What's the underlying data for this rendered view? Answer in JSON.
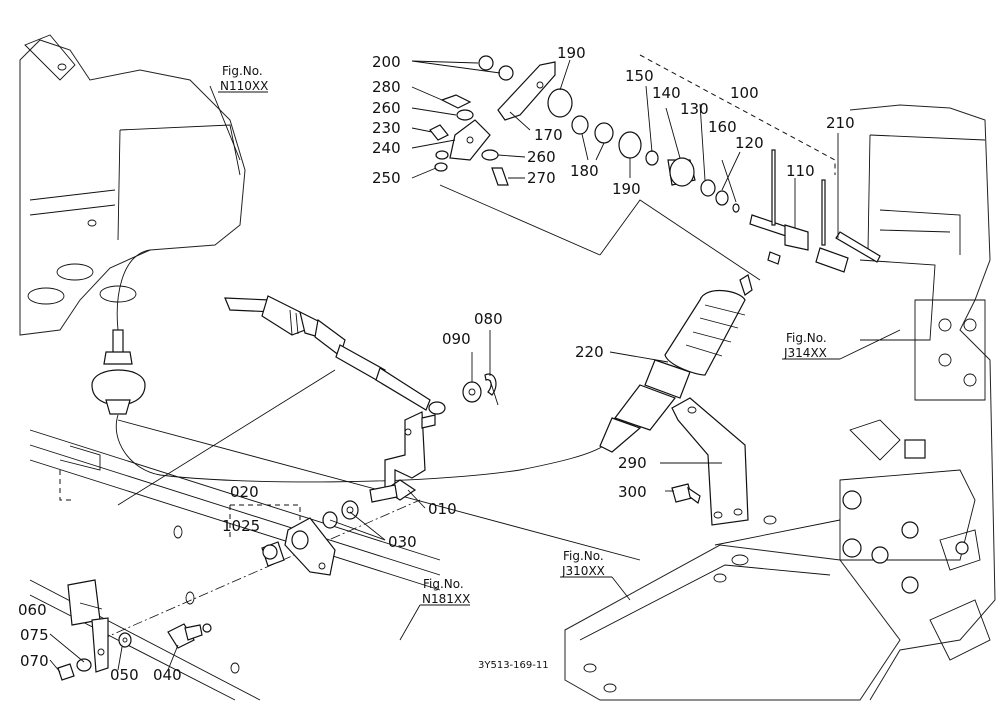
{
  "diagram": {
    "labels": {
      "l200": "200",
      "l280": "280",
      "l260a": "260",
      "l230": "230",
      "l240": "240",
      "l250": "250",
      "l270": "270",
      "l260b": "260",
      "l170": "170",
      "l190a": "190",
      "l180": "180",
      "l190b": "190",
      "l150": "150",
      "l140": "140",
      "l130": "130",
      "l100": "100",
      "l160": "160",
      "l120": "120",
      "l110": "110",
      "l210": "210",
      "l080": "080",
      "l090": "090",
      "l220": "220",
      "l290": "290",
      "l300": "300",
      "l010": "010",
      "l020": "020",
      "l1025": "1025",
      "l030": "030",
      "l060": "060",
      "l075": "075",
      "l070": "070",
      "l050": "050",
      "l040": "040"
    },
    "fig_refs": {
      "n110_title": "Fig.No.",
      "n110_code": "N110XX",
      "j314_title": "Fig.No.",
      "j314_code": "J314XX",
      "j310_title": "Fig.No.",
      "j310_code": "J310XX",
      "n181_title": "Fig.No.",
      "n181_code": "N181XX"
    },
    "drawing_code": "3Y513-169-11"
  }
}
